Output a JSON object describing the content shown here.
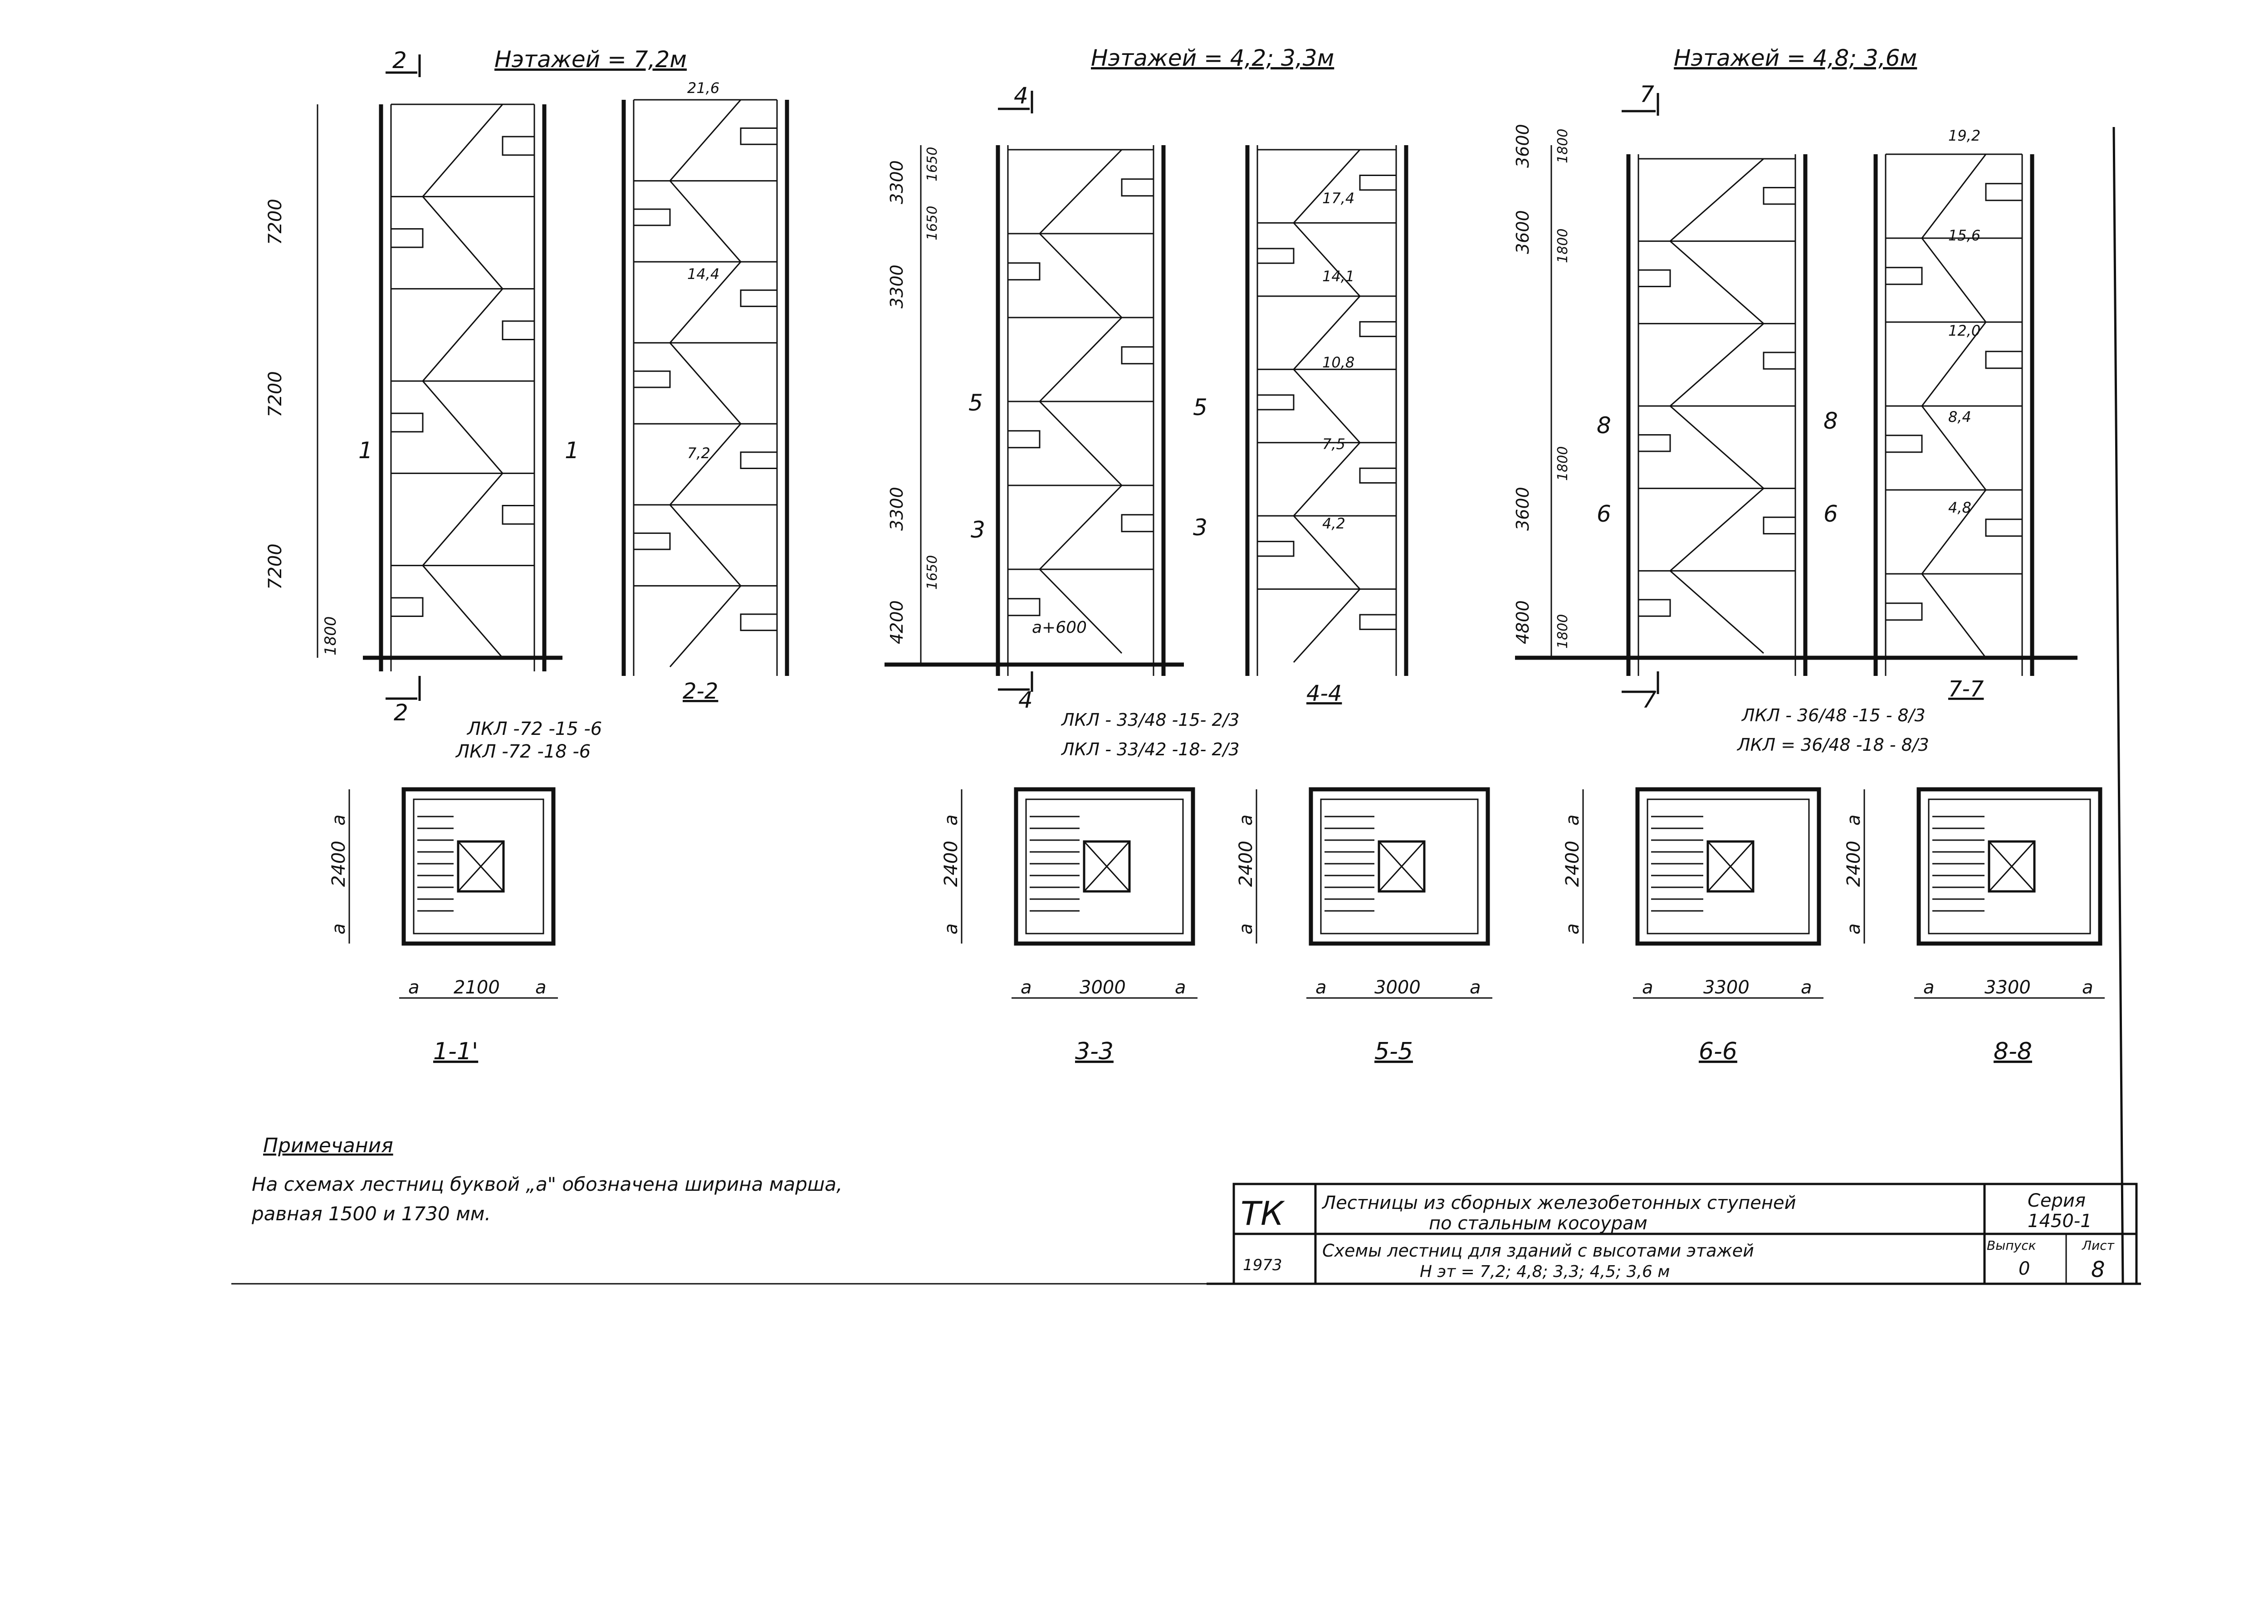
{
  "headings": {
    "group1": "Нэтажей = 7,2м",
    "group2": "Нэтажей = 4,2; 3,3м",
    "group3": "Нэтажей = 4,8; 3,6м"
  },
  "sections": {
    "s22": "2-2",
    "s44": "4-4",
    "s77": "7-7",
    "p11": "1-1'",
    "p33": "3-3",
    "p55": "5-5",
    "p66": "6-6",
    "p88": "8-8"
  },
  "cut_marks": {
    "m2": "2",
    "m1": "1",
    "m4": "4",
    "m5": "5",
    "m3": "3",
    "m7": "7",
    "m8": "8",
    "m6": "6"
  },
  "dims": {
    "g1_levels": [
      "7200",
      "7200",
      "7200"
    ],
    "g1_base": "1800",
    "g2_levels": [
      "3300",
      "3300",
      "3300",
      "4200"
    ],
    "g2_steps": "1650",
    "g3_levels": [
      "3600",
      "3600",
      "3600",
      "4800"
    ],
    "g3_steps": "1800",
    "a600": "a+600",
    "tick_g1": [
      "21,6",
      "14,4",
      "7,2"
    ],
    "tick_g2": [
      "17,4",
      "14,1",
      "10,8",
      "7,5",
      "4,2"
    ],
    "tick_g3": [
      "19,2",
      "15,6",
      "12,0",
      "8,4",
      "4,8"
    ]
  },
  "plans": {
    "a": "a",
    "h2400": "2400",
    "w2100": "2100",
    "w3000": "3000",
    "w3300": "3300"
  },
  "marks": {
    "g1_line1": "ЛКЛ -72 -15 -6",
    "g1_line2": "ЛКЛ -72 -18 -6",
    "g2_line1": "ЛКЛ - 33/48 -15- 2/3",
    "g2_line2": "ЛКЛ - 33/42 -18- 2/3",
    "g3_line1": "ЛКЛ - 36/48 -15 - 8/3",
    "g3_line2": "ЛКЛ = 36/48 -18 - 8/3"
  },
  "notes": {
    "title": "Примечания",
    "line1": "На схемах лестниц буквой „а\" обозначена ширина марша,",
    "line2": "равная 1500 и 1730 мм."
  },
  "title_block": {
    "org": "ТК",
    "year": "1973",
    "title_line1": "Лестницы из сборных железобетонных ступеней",
    "title_line2": "по стальным косоурам",
    "desc_line1": "Схемы лестниц для зданий с высотами этажей",
    "desc_line2": "Н эт = 7,2; 4,8; 3,3; 4,5; 3,6 м",
    "series_label": "Серия",
    "series_value": "1450-1",
    "issue_label": "Выпуск",
    "issue_value": "0",
    "sheet_label": "Лист",
    "sheet_value": "8"
  }
}
